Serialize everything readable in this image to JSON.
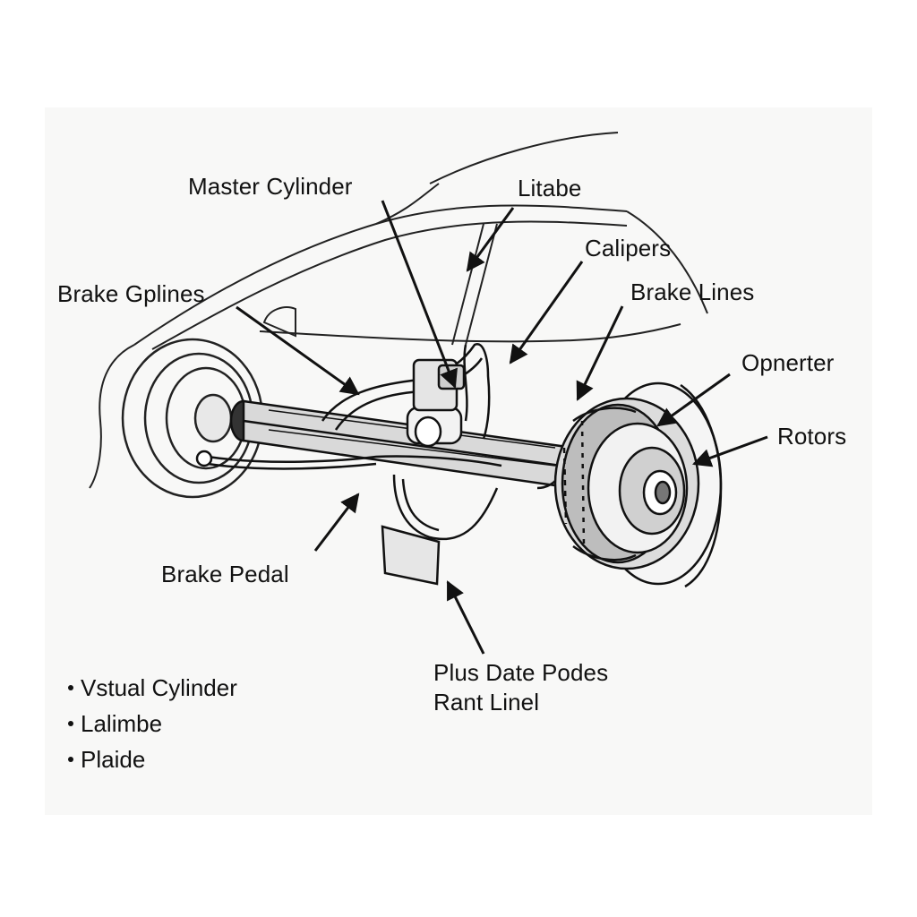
{
  "labels": {
    "master_cylinder": "Master Cylinder",
    "litabe": "Litabe",
    "calipers": "Calipers",
    "brake_gplines": "Brake Gplines",
    "brake_lines": "Brake Lines",
    "opnerter": "Opnerter",
    "rotors": "Rotors",
    "brake_pedal": "Brake Pedal",
    "plus_date_line1": "Plus Date Podes",
    "plus_date_line2": "Rant Linel"
  },
  "bullets": [
    {
      "text": "Vstual Cylinder"
    },
    {
      "text": "Lalimbe"
    },
    {
      "text": "Plaide"
    }
  ],
  "colors": {
    "ink": "#111111",
    "panel": "#f8f8f7",
    "background": "#ffffff"
  }
}
